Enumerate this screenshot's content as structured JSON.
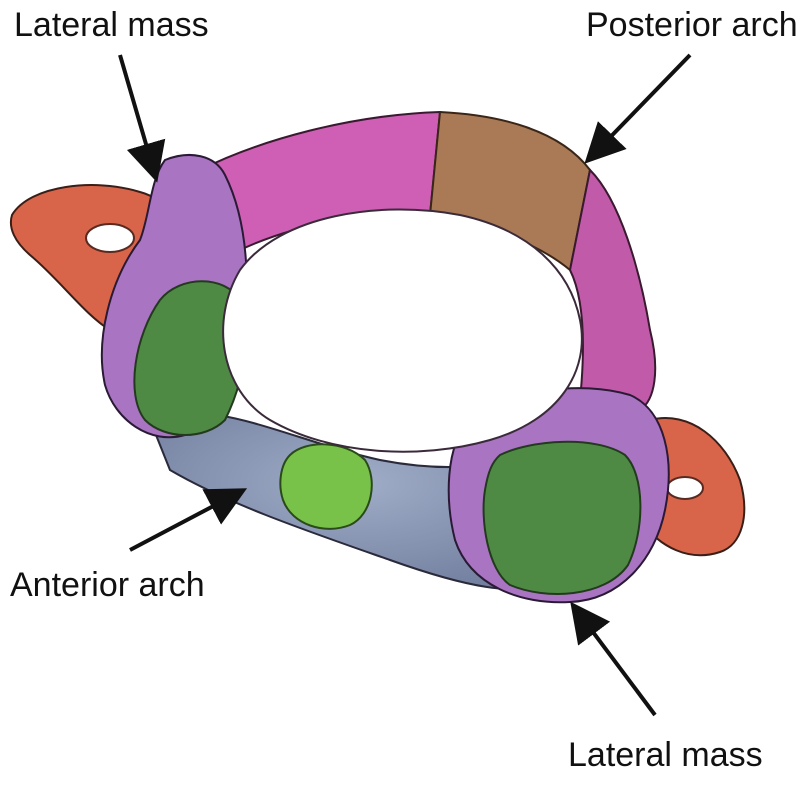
{
  "labels": {
    "lateral_mass_top": "Lateral mass",
    "posterior_arch": "Posterior arch",
    "anterior_arch": "Anterior arch",
    "lateral_mass_bottom": "Lateral mass"
  },
  "colors": {
    "transverse_process": "#d8654a",
    "lateral_mass_purple": "#a974c2",
    "facet_green": "#4f8a45",
    "posterior_arch_pink": "#cf5fb4",
    "posterior_tubercle_brown": "#a97a55",
    "anterior_arch_blue": "#8d9ab8",
    "anterior_tubercle_green": "#78c24a",
    "arrow": "#111111"
  }
}
